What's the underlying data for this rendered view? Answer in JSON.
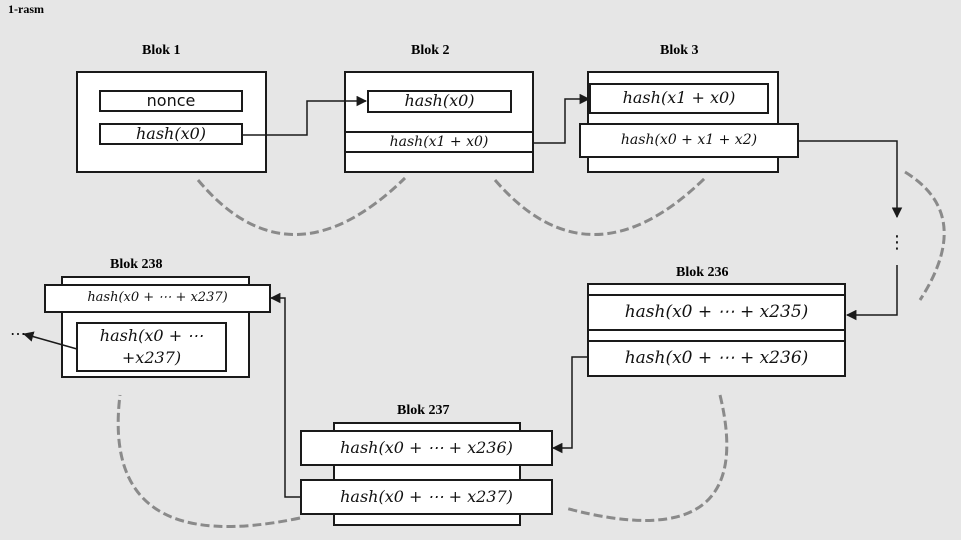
{
  "figure_caption": "1-rasm",
  "blocks": {
    "b1": {
      "title": "Blok 1",
      "nonce": "nonce",
      "hash": "hash(x0)"
    },
    "b2": {
      "title": "Blok 2",
      "prev": "hash(x0)",
      "hash": "hash(x1 + x0)"
    },
    "b3": {
      "title": "Blok 3",
      "prev": "hash(x1 + x0)",
      "hash": "hash(x0 + x1 + x2)"
    },
    "b236": {
      "title": "Blok 236",
      "prev": "hash(x0 + ⋯ + x235)",
      "hash": "hash(x0 + ⋯ + x236)"
    },
    "b237": {
      "title": "Blok 237",
      "prev": "hash(x0 + ⋯ + x236)",
      "hash": "hash(x0 + ⋯ + x237)"
    },
    "b238": {
      "title": "Blok 238",
      "prev": "hash(x0 + ⋯ + x237)",
      "hash_line1": "hash(x0 + ⋯",
      "hash_line2": "+x237)"
    }
  },
  "continuation_dots": "⋮",
  "trailing_dots": "…",
  "colors": {
    "line": "#1a1a1a",
    "box_fill": "#ffffff",
    "chain": "#888888",
    "background": "#e6e6e6"
  }
}
